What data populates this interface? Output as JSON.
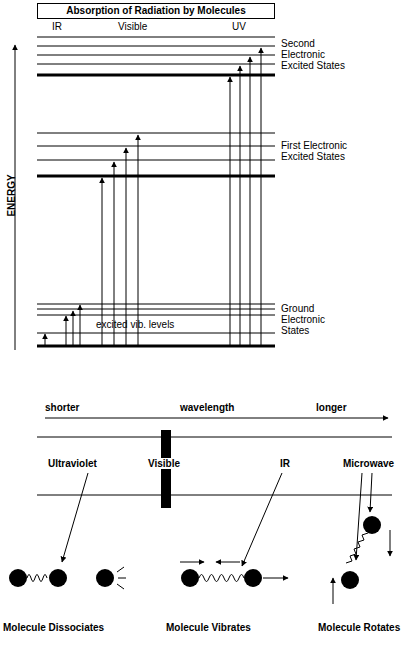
{
  "diagram": {
    "title": "Absorption of Radiation by Molecules",
    "labels": [
      "IR",
      "Visible",
      "UV",
      "ENERGY",
      "Second Electronic Excited States",
      "First Electronic Excited States",
      "excited vib. levels",
      "Ground Electronic States",
      "shorter",
      "wavelength",
      "longer",
      "Ultraviolet",
      "Visible",
      "IR",
      "Microwave",
      "Molecule Dissociates",
      "Molecule Vibrates",
      "Molecule Rotates"
    ]
  }
}
